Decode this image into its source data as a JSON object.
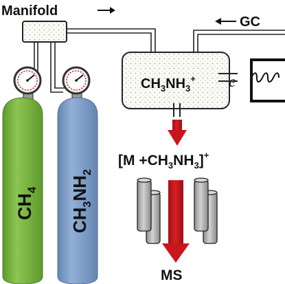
{
  "labels": {
    "manifold": "Manifold",
    "gc": "GC",
    "ion_chamber": {
      "base": "CH",
      "sub1": "3",
      "mid": "NH",
      "sub2": "3",
      "sup": "+"
    },
    "electron": "e",
    "ion_product": {
      "prefix": "[M +CH",
      "sub1": "3",
      "mid": "NH",
      "sub2": "3",
      "close": "]",
      "sup": "+"
    },
    "ms": "MS"
  },
  "cylinders": [
    {
      "label": {
        "base": "CH",
        "sub": "4"
      },
      "color": "#79b53f"
    },
    {
      "label": {
        "base": "CH",
        "sub1": "3",
        "mid": "NH",
        "sub2": "2"
      },
      "color": "#7f9fc9"
    }
  ],
  "colors": {
    "arrow_red": "#c8161d",
    "chamber_fill": "#fbfbf6",
    "rod_gray": "#b6b6b6",
    "gauge_red": "#cc2a2a",
    "line": "#222222"
  },
  "icons": {
    "manifold_arrow": "right-arrow-icon",
    "gc_arrow": "left-arrow-icon",
    "filament": "coil-filament-icon",
    "gauge": "pressure-gauge-icon"
  }
}
